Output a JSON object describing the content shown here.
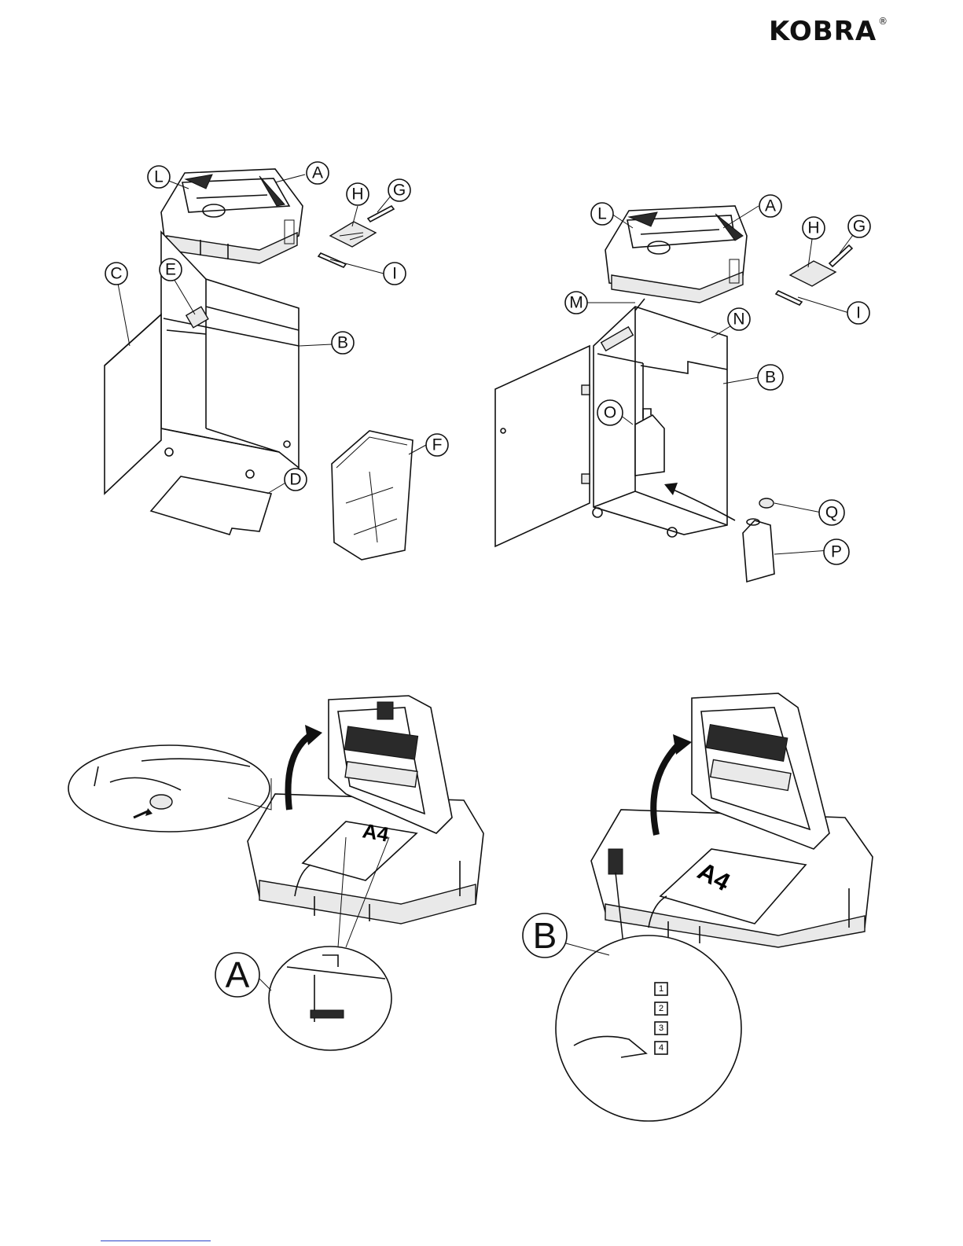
{
  "brand": {
    "name": "KOBRA",
    "reg": "®"
  },
  "figure1": {
    "labels": [
      "A",
      "L",
      "H",
      "G",
      "I",
      "E",
      "C",
      "B",
      "F",
      "D"
    ]
  },
  "figure2": {
    "labels": [
      "L",
      "A",
      "H",
      "G",
      "I",
      "M",
      "N",
      "B",
      "O",
      "Q",
      "P"
    ]
  },
  "figure3": {
    "paper_label": "A4",
    "callout": "A"
  },
  "figure4": {
    "paper_label": "A4",
    "callout": "B",
    "buttons": [
      "1",
      "2",
      "3",
      "4"
    ]
  }
}
